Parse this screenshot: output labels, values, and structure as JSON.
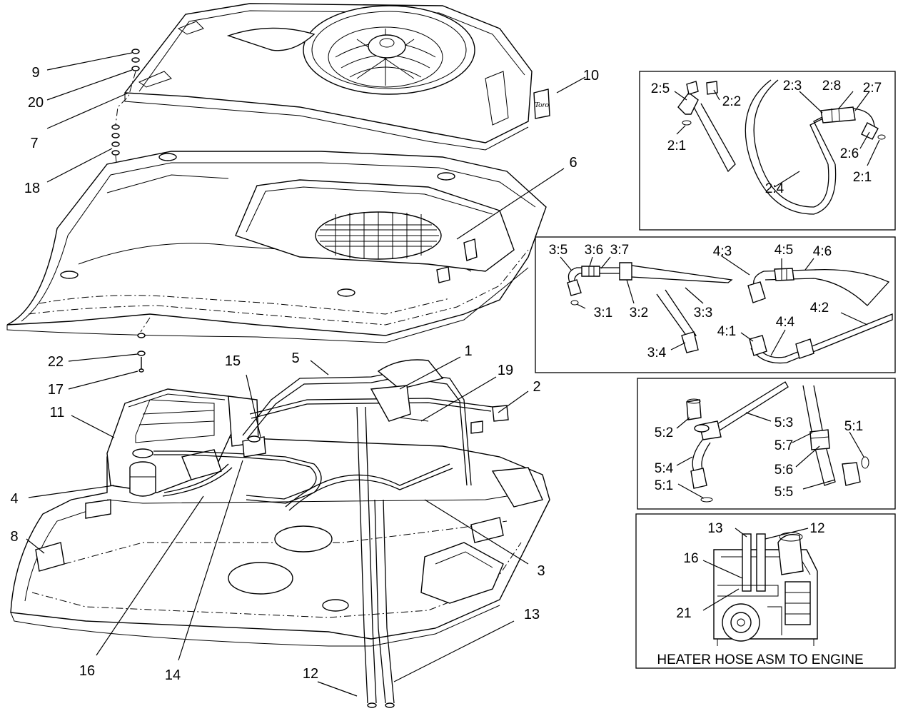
{
  "callouts": {
    "c1": "1",
    "c2": "2",
    "c3": "3",
    "c4": "4",
    "c5": "5",
    "c6": "6",
    "c7": "7",
    "c8": "8",
    "c9": "9",
    "c10": "10",
    "c11": "11",
    "c12a": "12",
    "c12b": "12",
    "c13a": "13",
    "c13b": "13",
    "c14": "14",
    "c15": "15",
    "c16a": "16",
    "c16b": "16",
    "c17": "17",
    "c18": "18",
    "c19": "19",
    "c20": "20",
    "c21": "21",
    "c22": "22"
  },
  "detail2": {
    "a": "2:5",
    "b": "2:2",
    "c": "2:1",
    "d": "2:3",
    "e": "2:8",
    "f": "2:7",
    "g": "2:6",
    "h": "2:1",
    "i": "2:4"
  },
  "detail34": {
    "a": "3:5",
    "b": "3:6",
    "c": "3:7",
    "d": "3:1",
    "e": "3:2",
    "f": "3:3",
    "g": "3:4",
    "h": "4:3",
    "i": "4:5",
    "j": "4:6",
    "k": "4:2",
    "l": "4:1",
    "m": "4:4"
  },
  "detail5": {
    "a": "5:2",
    "b": "5:3",
    "c": "5:1",
    "d": "5:7",
    "e": "5:4",
    "f": "5:6",
    "g": "5:1",
    "h": "5:5"
  },
  "engine_detail": {
    "caption": "HEATER HOSE ASM TO ENGINE"
  },
  "logo_text": "Toro"
}
